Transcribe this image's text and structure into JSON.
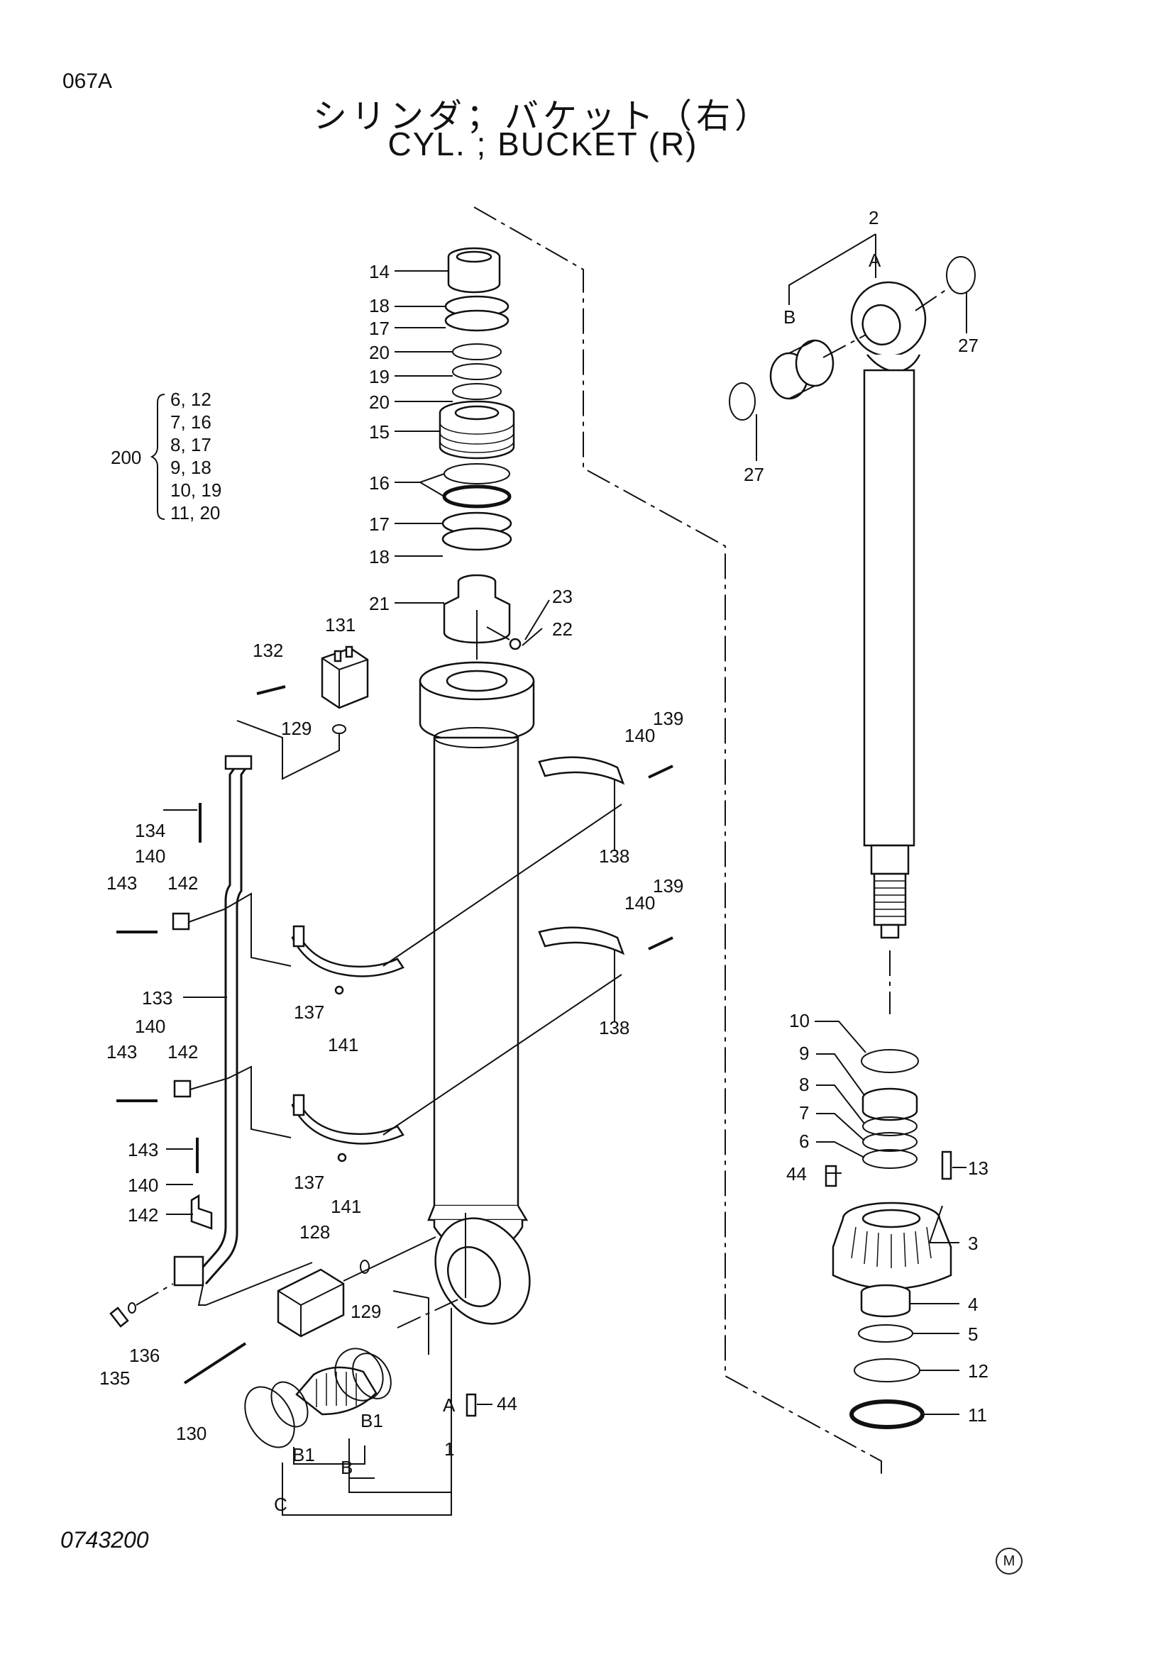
{
  "header": {
    "page_code": "067A",
    "title_jp": "シリンダ；バケット（右）",
    "title_en": "CYL. ; BUCKET (R)"
  },
  "footer": {
    "drawing_number": "0743200",
    "mark": "M"
  },
  "kit": {
    "label": "200",
    "rows": [
      "6,   12",
      "7,   16",
      "8,   17",
      "9,   18",
      "10,  19",
      "11,  20"
    ]
  },
  "callouts": {
    "c14": "14",
    "c18a": "18",
    "c17a": "17",
    "c20a": "20",
    "c19": "19",
    "c20b": "20",
    "c15": "15",
    "c16": "16",
    "c17b": "17",
    "c18b": "18",
    "c21": "21",
    "c23": "23",
    "c22": "22",
    "c2": "2",
    "cA_top": "A",
    "cB_top": "B",
    "c27a": "27",
    "c27b": "27",
    "c131": "131",
    "c132": "132",
    "c129a": "129",
    "c139a": "139",
    "c140a": "140",
    "c138a": "138",
    "c134": "134",
    "c140b": "140",
    "c143a": "143",
    "c142a": "142",
    "c137a": "137",
    "c141a": "141",
    "c139b": "139",
    "c140c": "140",
    "c138b": "138",
    "c133": "133",
    "c140d": "140",
    "c143b": "143",
    "c142b": "142",
    "c137b": "137",
    "c141b": "141",
    "c143c": "143",
    "c140e": "140",
    "c142c": "142",
    "c128": "128",
    "c129b": "129",
    "c135": "135",
    "c136": "136",
    "c130": "130",
    "c44a": "44",
    "cA_bot": "A",
    "c1": "1",
    "cB1a": "B1",
    "cB1b": "B1",
    "cB_bot": "B",
    "cC": "C",
    "c10": "10",
    "c9": "9",
    "c8": "8",
    "c7": "7",
    "c6": "6",
    "c44b": "44",
    "c13": "13",
    "c3": "3",
    "c4": "4",
    "c5": "5",
    "c12": "12",
    "c11": "11"
  }
}
